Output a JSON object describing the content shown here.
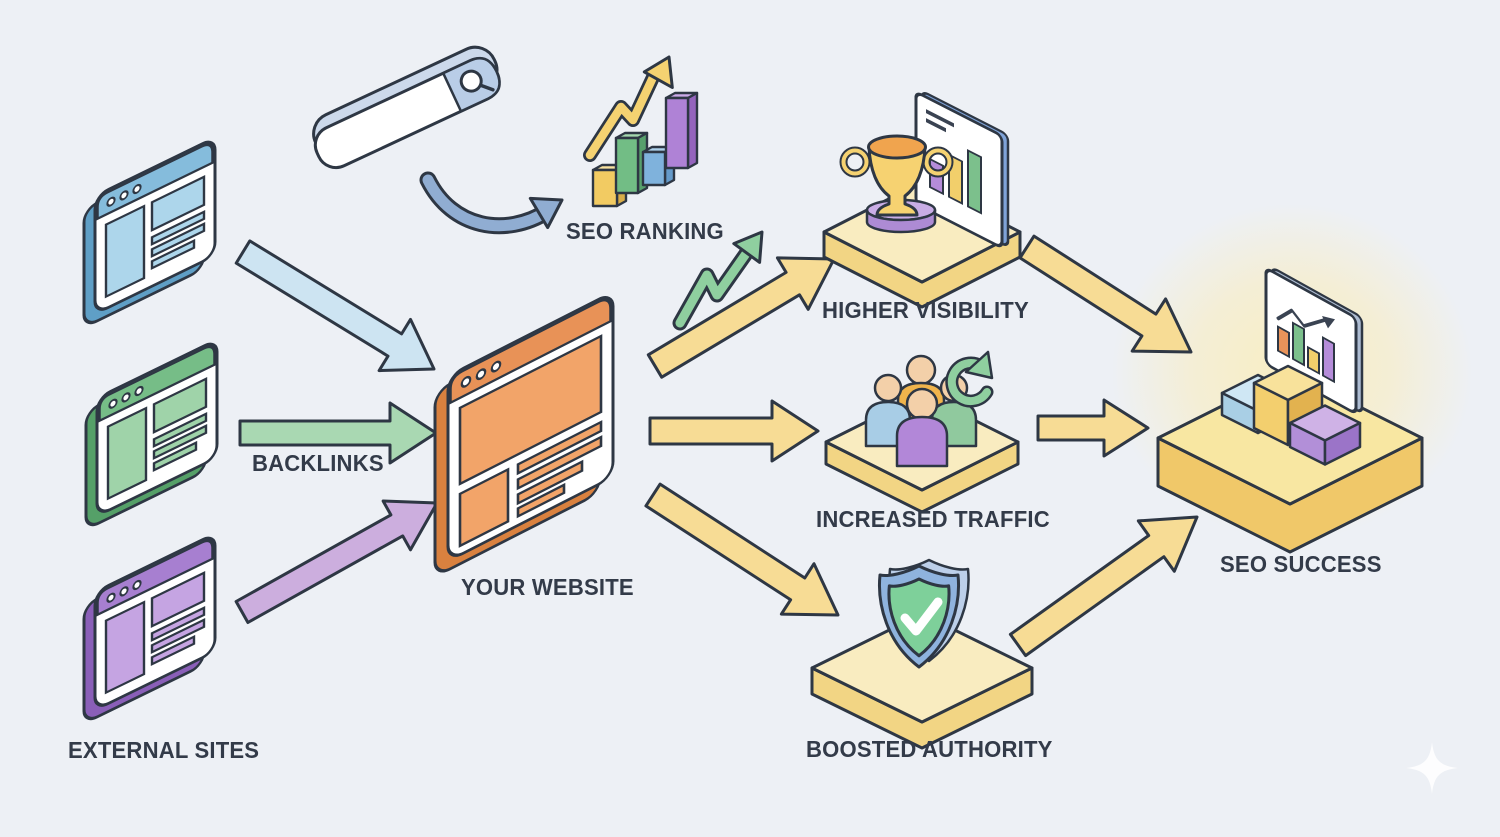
{
  "diagram": {
    "background_color": "#edf0f5",
    "label_color": "#333b49",
    "glow_color": "#f9edc0",
    "outline_color": "#2e3744",
    "nodes": {
      "external_sites": {
        "label": "EXTERNAL SITES",
        "icon": "browser-windows-stack",
        "window_colors": [
          "#85bcdc",
          "#76bd87",
          "#a77fd0"
        ]
      },
      "search_bar": {
        "icon": "search-bar-3d",
        "color": "#b9cde7"
      },
      "seo_ranking": {
        "label": "SEO RANKING",
        "icon": "rising-bar-chart-3d",
        "bar_colors": [
          "#f2cb62",
          "#72bd85",
          "#7fb2dc",
          "#af82d6"
        ]
      },
      "backlinks": {
        "label": "BACKLINKS",
        "icon": "right-arrow",
        "color": "#a9d8b2"
      },
      "your_website": {
        "label": "YOUR WEBSITE",
        "icon": "browser-window",
        "color": "#e89257"
      },
      "higher_visibility": {
        "label": "HIGHER VISIBILITY",
        "icon": "trophy-with-chart",
        "color": "#f6d271"
      },
      "increased_traffic": {
        "label": "INCREASED TRAFFIC",
        "icon": "user-group-with-refresh",
        "person_colors": [
          "#a8cde6",
          "#f0b44c",
          "#90c99e",
          "#b287d8"
        ]
      },
      "boosted_authority": {
        "label": "BOOSTED AUTHORITY",
        "icon": "shield-check",
        "color": "#7ed09a"
      },
      "seo_success": {
        "label": "SEO SUCCESS",
        "icon": "podium-with-chart-and-blocks",
        "color": "#f3cd70"
      }
    },
    "edges": [
      {
        "from": "external_sites_blue",
        "to": "your_website",
        "color": "#cde4f2"
      },
      {
        "from": "external_sites_green",
        "to": "your_website",
        "color": "#a9d8b2",
        "label": "BACKLINKS"
      },
      {
        "from": "external_sites_purple",
        "to": "your_website",
        "color": "#ccaede"
      },
      {
        "from": "search_bar",
        "to": "seo_ranking",
        "color": "#90add2",
        "style": "curved"
      },
      {
        "from": "your_website",
        "to": "higher_visibility",
        "color": "#f7dc95"
      },
      {
        "from": "your_website",
        "to": "increased_traffic",
        "color": "#f7dc95"
      },
      {
        "from": "your_website",
        "to": "boosted_authority",
        "color": "#f7dc95"
      },
      {
        "from": "higher_visibility",
        "to": "seo_success",
        "color": "#f7dc95"
      },
      {
        "from": "increased_traffic",
        "to": "seo_success",
        "color": "#f7dc95"
      },
      {
        "from": "boosted_authority",
        "to": "seo_success",
        "color": "#f7dc95"
      }
    ]
  }
}
